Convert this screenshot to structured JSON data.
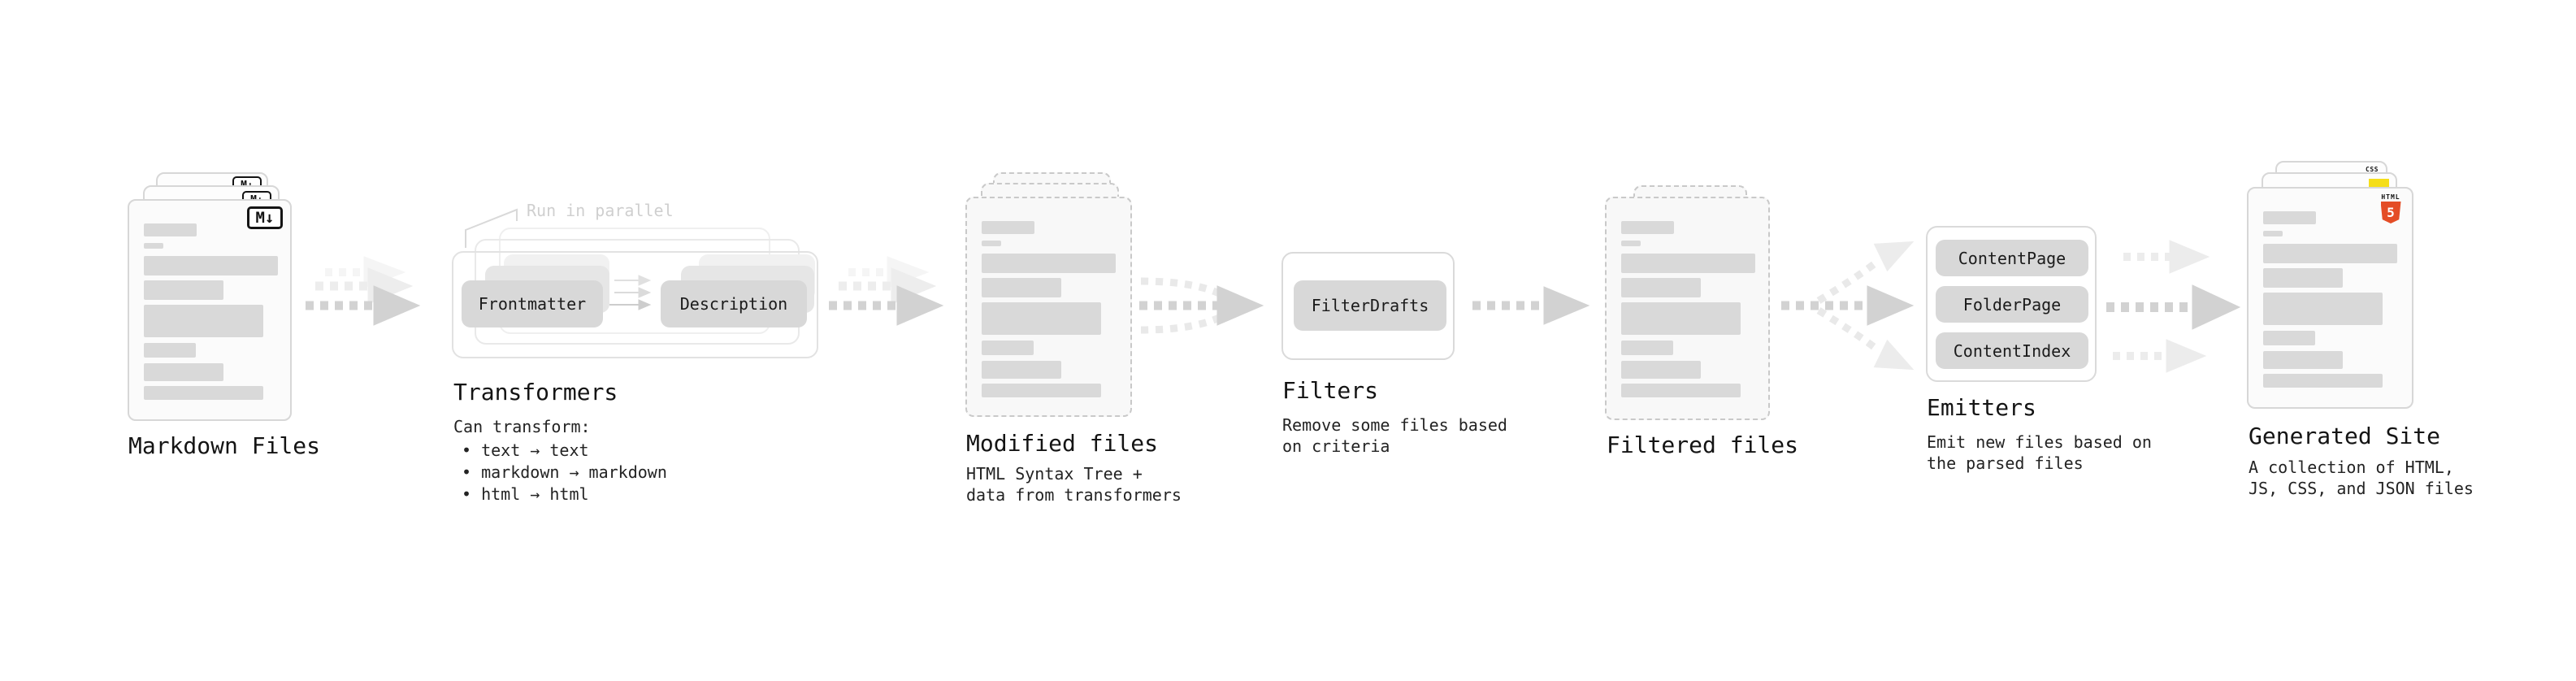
{
  "stages": {
    "markdown": {
      "label": "Markdown Files",
      "file_badge": "M↓"
    },
    "transformers": {
      "label": "Transformers",
      "annotation": "Run in parallel",
      "node_from": "Frontmatter",
      "node_to": "Description",
      "desc_title": "Can transform:",
      "bullets": [
        "• text → text",
        "• markdown → markdown",
        "• html → html"
      ]
    },
    "modified": {
      "label": "Modified files",
      "desc_line1": "HTML Syntax Tree +",
      "desc_line2": "data from transformers"
    },
    "filters": {
      "label": "Filters",
      "node": "FilterDrafts",
      "desc_line1": "Remove some files based",
      "desc_line2": "on criteria"
    },
    "filtered": {
      "label": "Filtered files"
    },
    "emitters": {
      "label": "Emitters",
      "nodes": [
        "ContentPage",
        "FolderPage",
        "ContentIndex"
      ],
      "desc_line1": "Emit new files based on",
      "desc_line2": "the parsed files"
    },
    "generated": {
      "label": "Generated Site",
      "desc_line1": "A collection of HTML,",
      "desc_line2": "JS, CSS, and JSON files",
      "html5_badge_top": "HTML",
      "html5_badge_number": "5",
      "css_badge": "CSS"
    }
  },
  "colors": {
    "arrow_dark": "#d2d2d2",
    "arrow_light": "#ededed",
    "arrow_faint": "#f5f5f5",
    "node_fill": "#d8d8d8",
    "card_border": "#d7d7d7",
    "html5_orange": "#e44d26",
    "js_yellow": "#f5de19",
    "css_blue": "#2965f1"
  }
}
